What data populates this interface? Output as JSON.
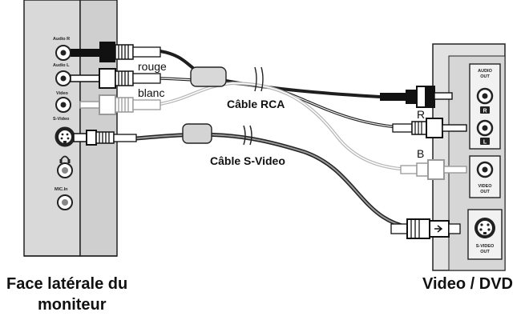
{
  "monitor": {
    "caption_line1": "Face latérale du",
    "caption_line2": "moniteur",
    "ports": {
      "audio_r": "Audio R",
      "audio_l": "Audio L",
      "video": "Video",
      "svideo": "S-Video",
      "headphone_icon": "headphone-icon",
      "mic": "MIC.In"
    }
  },
  "player": {
    "caption": "Video / DVD",
    "ports": {
      "audio_out_line1": "AUDIO",
      "audio_out_line2": "OUT",
      "audio_r_badge": "R",
      "audio_l_badge": "L",
      "video_out_line1": "VIDEO",
      "video_out_line2": "OUT",
      "svideo_out_line1": "S-VIDEO",
      "svideo_out_line2": "OUT"
    }
  },
  "cables": {
    "rca_label": "Câble RCA",
    "svideo_label": "Câble S-Video",
    "rouge": "rouge",
    "blanc": "blanc",
    "r_label": "R",
    "b_label": "B"
  },
  "colors": {
    "panel": "#d9d9d9",
    "outline": "#222222",
    "white_wire": "#b5b5b5",
    "dark_wire": "#1e1e1e"
  }
}
